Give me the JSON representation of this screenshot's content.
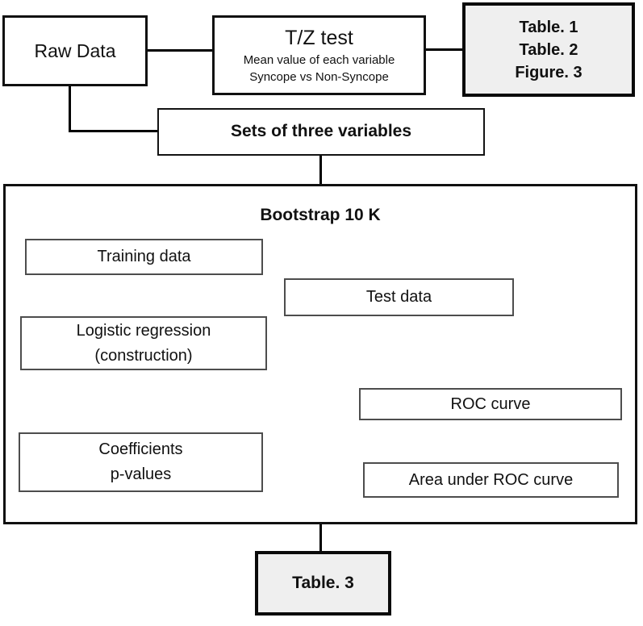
{
  "figure": {
    "background": "#ffffff",
    "line_color": "#000000",
    "shaded_fill": "#efefef",
    "nodes": {
      "raw_data": {
        "label": "Raw Data"
      },
      "tz_test": {
        "title": "T/Z test",
        "subtitle1": "Mean value of each variable",
        "subtitle2": "Syncope vs Non-Syncope"
      },
      "top_outputs": {
        "line1": "Table. 1",
        "line2": "Table. 2",
        "line3": "Figure. 3"
      },
      "variable_sets": {
        "label": "Sets of three variables"
      },
      "bootstrap": {
        "title": "Bootstrap 10 K"
      },
      "training_data": {
        "label": "Training data"
      },
      "test_data": {
        "label": "Test data"
      },
      "logistic_regression": {
        "line1": "Logistic regression",
        "line2": "(construction)"
      },
      "coefficients": {
        "line1": "Coefficients",
        "line2": "p-values"
      },
      "roc_curve": {
        "label": "ROC curve"
      },
      "auc": {
        "label": "Area under ROC curve"
      },
      "bottom_output": {
        "label": "Table. 3"
      }
    }
  }
}
